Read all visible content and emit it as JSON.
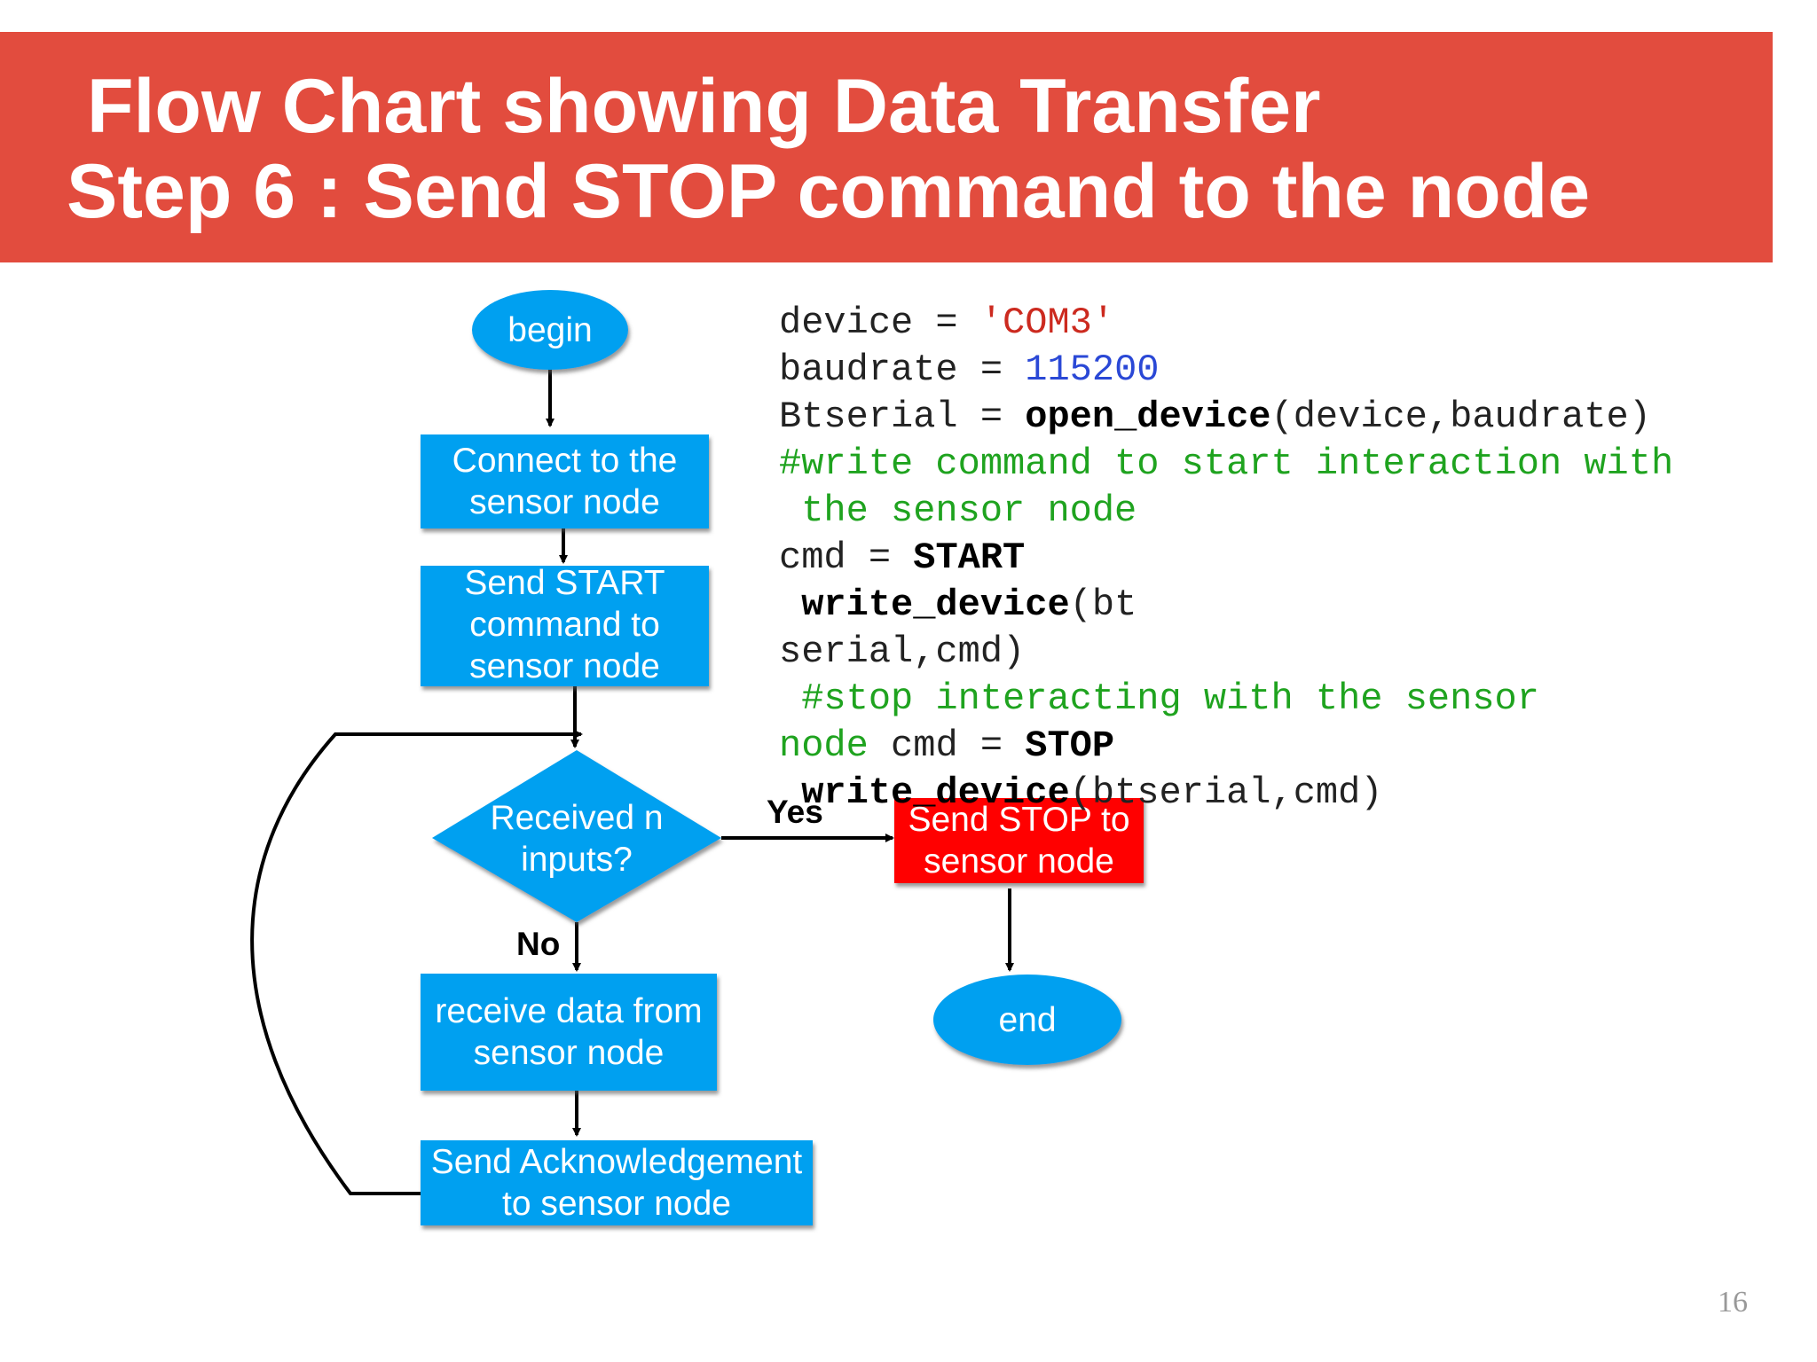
{
  "title": {
    "line1": "Flow Chart showing Data Transfer",
    "line2": "Step 6 : Send STOP command to the node"
  },
  "colors": {
    "title_band": "#e24c3e",
    "node_blue": "#00a0f0",
    "node_highlight": "#ff0000",
    "comment": "#1fa31f",
    "string": "#cc2a1f",
    "number": "#2a48d6"
  },
  "flowchart": {
    "begin": "begin",
    "connect": "Connect to the\nsensor node",
    "send_start": "Send  START\ncommand  to\nsensor  node",
    "decision": "Received n\ninputs?",
    "receive": "receive data from\nsensor node",
    "ack": "Send Acknowledgement\nto sensor node",
    "send_stop": "Send STOP to\nsensor node",
    "end": "end",
    "yes_label": "Yes",
    "no_label": "No"
  },
  "code": {
    "l1_a": "device = ",
    "l1_b": "'COM3'",
    "l2_a": "baudrate = ",
    "l2_b": "115200",
    "l3_a": "Btserial = ",
    "l3_b": "open_device",
    "l3_c": "(device,baudrate)",
    "l4": "#write command to start interaction with",
    "l5": " the sensor node",
    "l6_a": "cmd = ",
    "l6_b": "START",
    "l7_a": " write_device",
    "l7_b": "(bt",
    "l8": "serial,cmd)",
    "l9": " #stop interacting with the sensor",
    "l10_a": "node",
    "l10_b": " cmd = ",
    "l10_c": "STOP",
    "l11_a": " write_device",
    "l11_b": "(btserial,cmd)"
  },
  "page_number": "16"
}
